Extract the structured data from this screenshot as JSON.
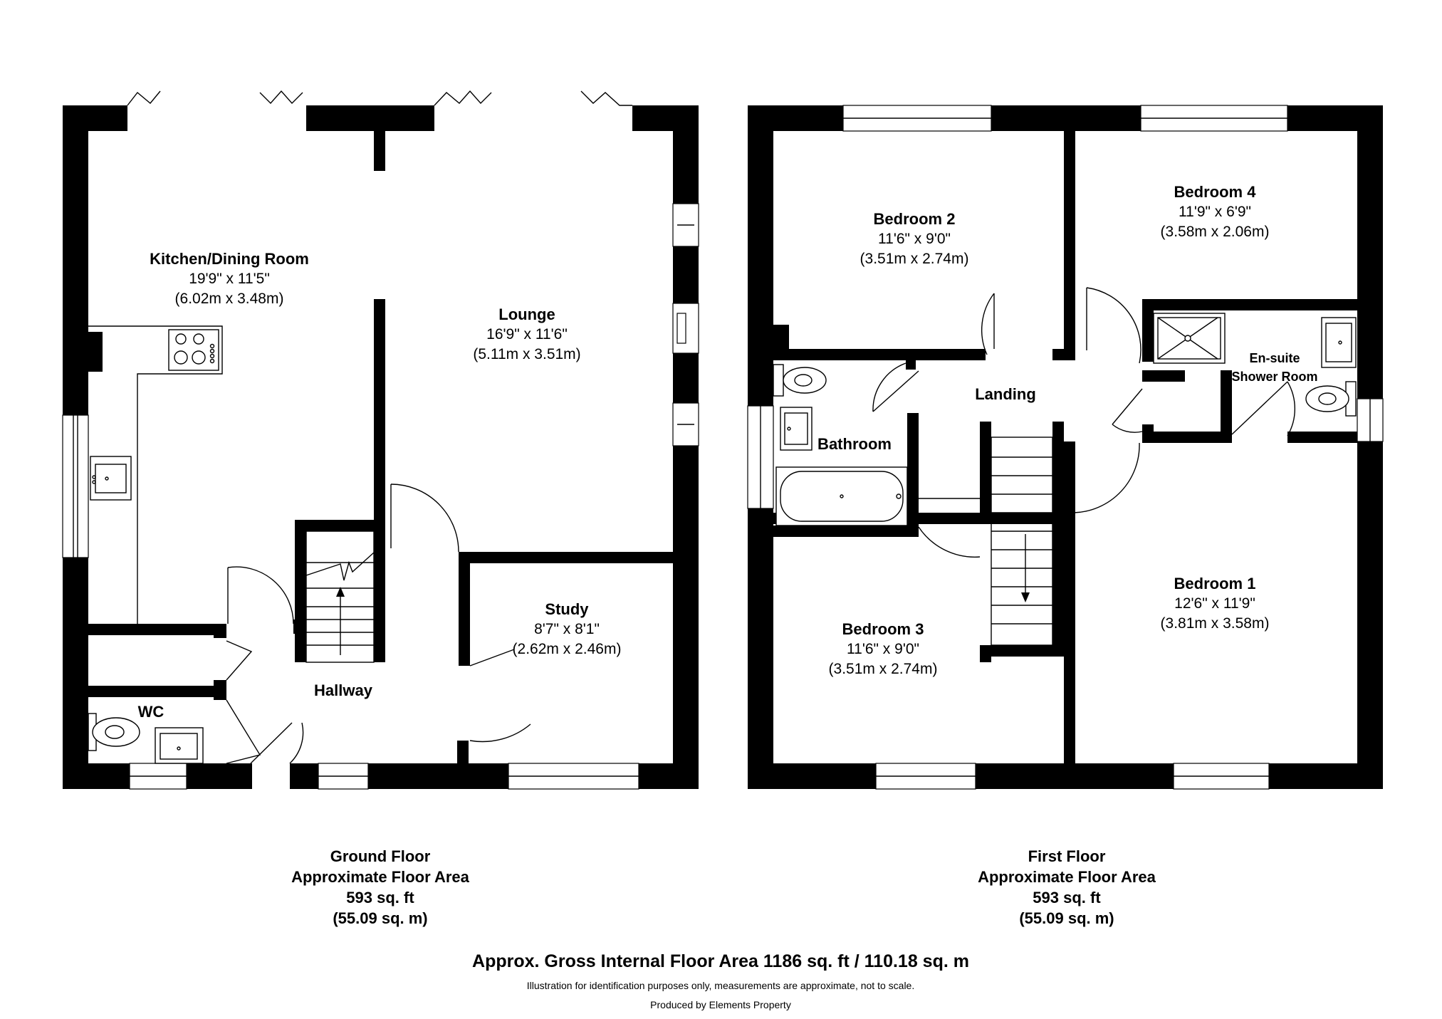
{
  "ground_floor": {
    "rooms": {
      "kitchen_dining": {
        "name": "Kitchen/Dining Room",
        "dim_imperial": "19'9\" x 11'5\"",
        "dim_metric": "(6.02m x 3.48m)"
      },
      "lounge": {
        "name": "Lounge",
        "dim_imperial": "16'9\" x 11'6\"",
        "dim_metric": "(5.11m x 3.51m)"
      },
      "study": {
        "name": "Study",
        "dim_imperial": "8'7\" x 8'1\"",
        "dim_metric": "(2.62m x 2.46m)"
      },
      "hallway": {
        "name": "Hallway"
      },
      "wc": {
        "name": "WC"
      }
    },
    "area": {
      "title": "Ground Floor",
      "subtitle": "Approximate Floor Area",
      "sqft": "593 sq. ft",
      "sqm": "(55.09 sq. m)"
    }
  },
  "first_floor": {
    "rooms": {
      "bedroom1": {
        "name": "Bedroom 1",
        "dim_imperial": "12'6\" x 11'9\"",
        "dim_metric": "(3.81m x 3.58m)"
      },
      "bedroom2": {
        "name": "Bedroom 2",
        "dim_imperial": "11'6\" x 9'0\"",
        "dim_metric": "(3.51m x 2.74m)"
      },
      "bedroom3": {
        "name": "Bedroom 3",
        "dim_imperial": "11'6\" x 9'0\"",
        "dim_metric": "(3.51m x 2.74m)"
      },
      "bedroom4": {
        "name": "Bedroom 4",
        "dim_imperial": "11'9\" x 6'9\"",
        "dim_metric": "(3.58m x 2.06m)"
      },
      "landing": {
        "name": "Landing"
      },
      "bathroom": {
        "name": "Bathroom"
      },
      "ensuite": {
        "name_line1": "En-suite",
        "name_line2": "Shower Room"
      }
    },
    "area": {
      "title": "First Floor",
      "subtitle": "Approximate Floor Area",
      "sqft": "593 sq. ft",
      "sqm": "(55.09 sq. m)"
    }
  },
  "footer": {
    "total": "Approx. Gross Internal Floor Area 1186 sq. ft / 110.18 sq. m",
    "disclaimer": "Illustration for identification purposes only, measurements are approximate, not to scale.",
    "producer": "Produced by Elements Property"
  },
  "colors": {
    "walls": "#000000",
    "background": "#ffffff"
  }
}
